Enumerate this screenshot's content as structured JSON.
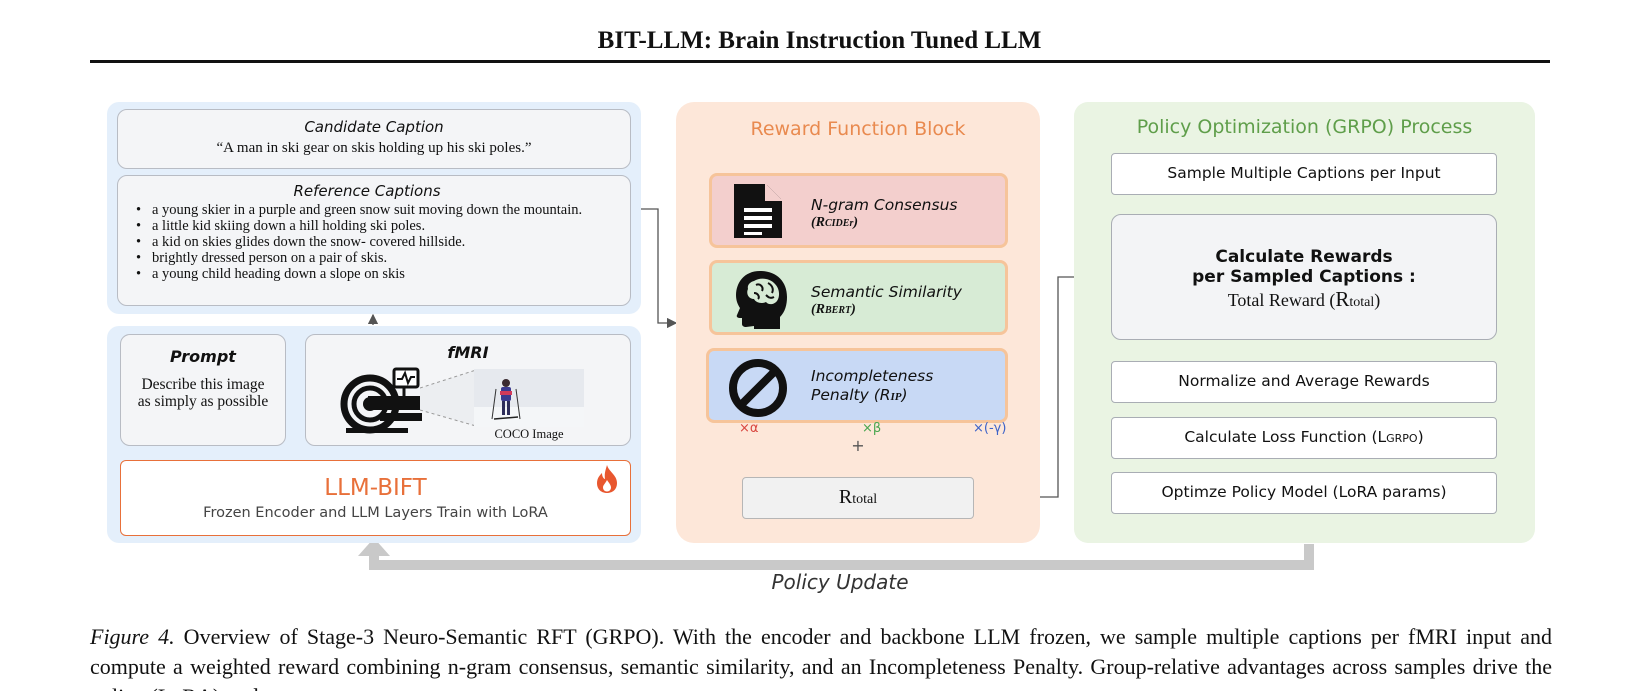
{
  "paper_title": "BIT-LLM: Brain Instruction Tuned LLM",
  "left": {
    "candidate_heading": "Candidate Caption",
    "candidate_text": "“A man in ski gear on skis holding up his ski poles.”",
    "reference_heading": "Reference Captions",
    "references": [
      "a young skier in a purple and green snow suit moving down the mountain.",
      "a little kid skiing down a hill holding ski poles.",
      "a kid on skies glides down the snow- covered hillside.",
      "brightly dressed person on a pair of skis.",
      "a young child heading down a slope on skis"
    ],
    "prompt_heading": "Prompt",
    "prompt_text": "Describe this image as simply as possible",
    "fmri_heading": "fMRI",
    "coco_label": "COCO Image",
    "llm_title": "LLM-BIFT",
    "llm_subtitle": "Frozen Encoder and LLM Layers Train with LoRA"
  },
  "reward": {
    "heading": "Reward Function Block",
    "ngram_label": "N-gram Consensus",
    "ngram_sub": "(R",
    "ngram_sub2": "CIDEr",
    "ngram_sub3": ")",
    "semantic_label": "Semantic Similarity",
    "semantic_sub": "(R",
    "semantic_sub2": "BERT",
    "semantic_sub3": ")",
    "incomplete_label1": "Incompleteness",
    "incomplete_label2": "Penalty (R",
    "incomplete_sub": "IP",
    "incomplete_close": ")",
    "alpha": "×α",
    "beta": "×β",
    "gamma": "×(-γ)",
    "plus": "+",
    "rtotal_main": "R",
    "rtotal_sub": "total"
  },
  "policy": {
    "heading": "Policy Optimization (GRPO) Process",
    "step1": "Sample Multiple Captions per Input",
    "step2_line1": "Calculate Rewards",
    "step2_line2": "per Sampled Captions :",
    "step2_line3a": "Total Reward (",
    "step2_line3b": "R",
    "step2_line3c": "total",
    "step2_line3d": ")",
    "step3": "Normalize and Average Rewards",
    "step4a": "Calculate Loss Function (L",
    "step4b": "GRPO",
    "step4c": ")",
    "step5": "Optimze Policy Model (LoRA params)"
  },
  "policy_update_label": "Policy Update",
  "caption": {
    "fig_label": "Figure 4.",
    "text": " Overview of Stage-3 Neuro-Semantic RFT (GRPO). With the encoder and backbone LLM frozen, we sample multiple captions per fMRI input and compute a weighted reward combining n-gram consensus, semantic similarity, and an Incompleteness Penalty. Group-relative advantages across samples drive the policy (LoRA) update."
  },
  "colors": {
    "reward_heading": "#e98a4f",
    "policy_heading": "#5f9e4a",
    "llm_orange": "#e8703a",
    "alpha_red": "#d9463f",
    "beta_green": "#49a64f",
    "gamma_blue": "#3d63c8"
  },
  "icons": [
    "document-icon",
    "brain-head-icon",
    "prohibited-icon",
    "mri-scanner-icon",
    "flame-icon"
  ]
}
